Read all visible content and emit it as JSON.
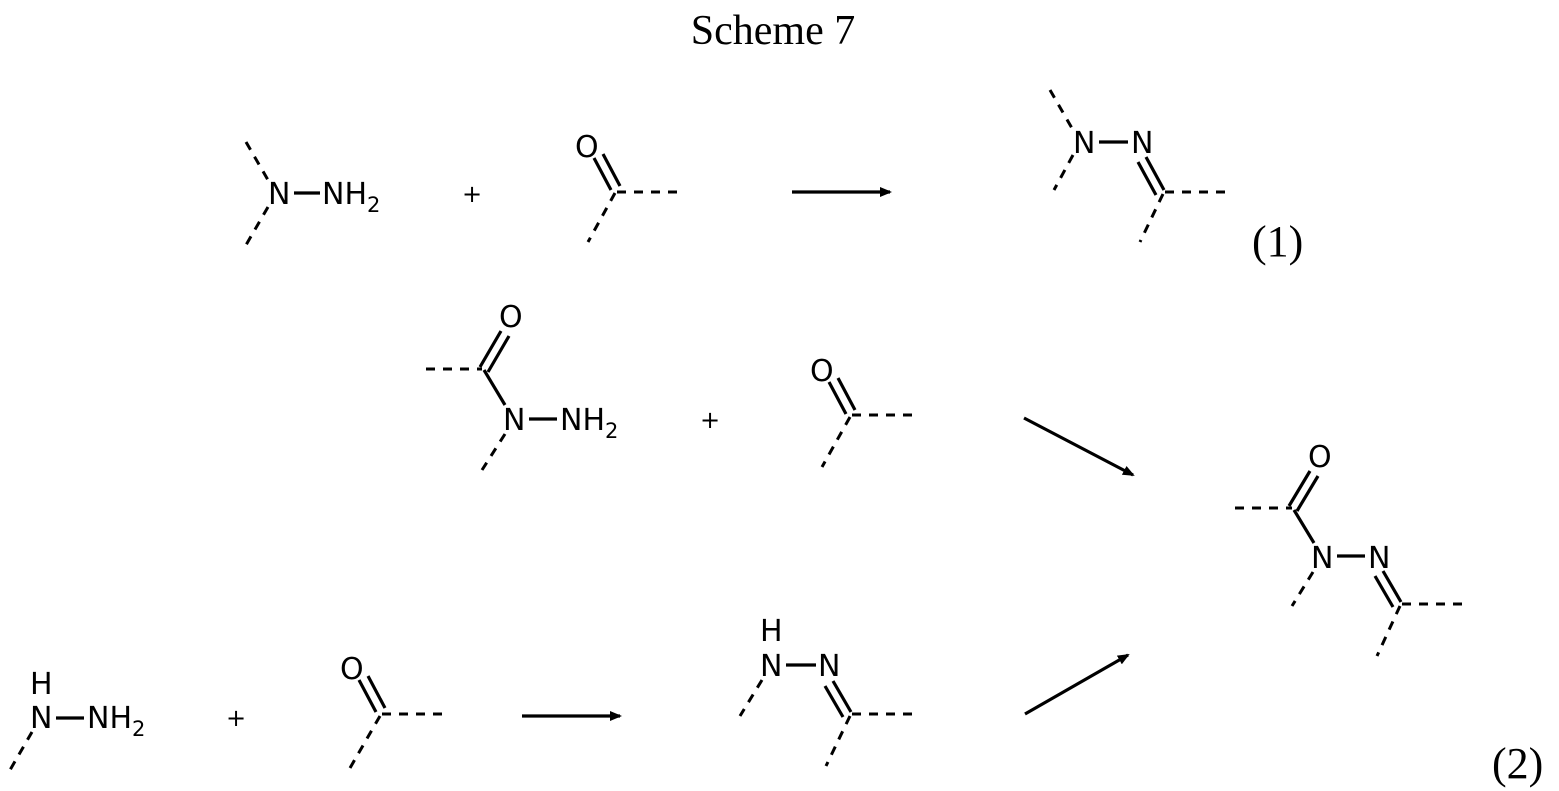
{
  "title": "Scheme 7",
  "labels": {
    "N": "N",
    "NH": "NH",
    "sub2": "2",
    "O": "O",
    "H": "H",
    "plus": "+"
  },
  "equations": {
    "eq1": "(1)",
    "eq2": "(2)"
  }
}
